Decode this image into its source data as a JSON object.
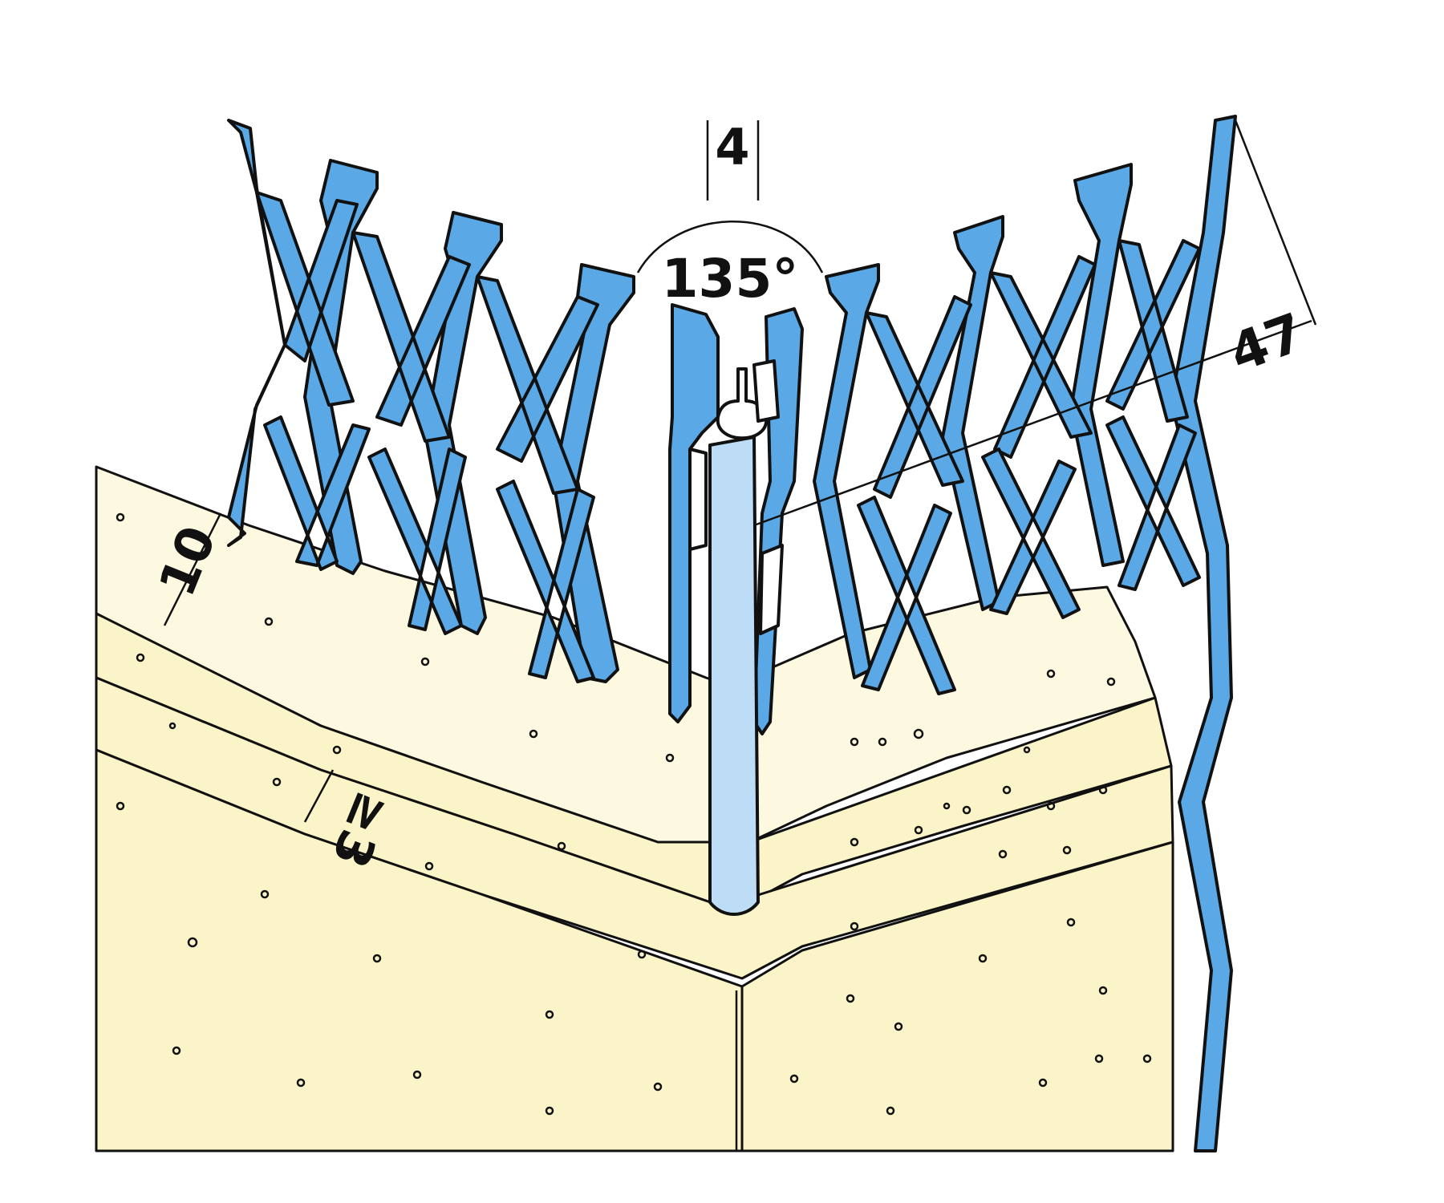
{
  "diagram": {
    "dimensions": {
      "nose_width": "4",
      "angle": "135°",
      "mesh_width": "47",
      "plaster_depth": "10",
      "min_coat": "≥3"
    },
    "colors": {
      "mesh": "#5aa9e6",
      "nose_bead": "#bddcf5",
      "plaster_light": "#fdf9e0",
      "plaster_mid": "#fbf4c8",
      "plaster_dark": "#f6ecb5",
      "outline": "#111111"
    }
  }
}
